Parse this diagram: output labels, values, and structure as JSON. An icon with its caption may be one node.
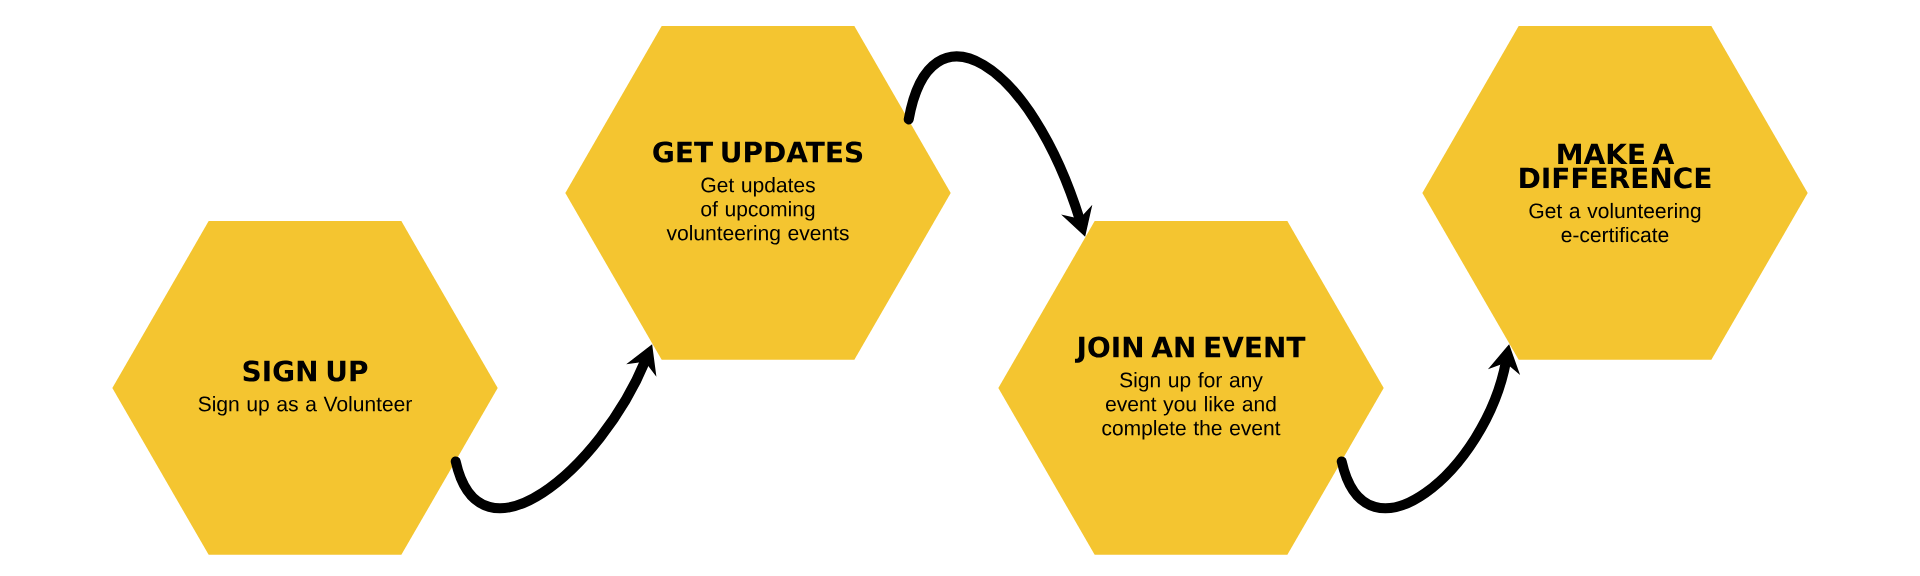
{
  "diagram": {
    "nodes": [
      {
        "text": [
          "SIGN UP",
          "Sign up as a Volunteer"
        ]
      },
      {
        "text": [
          "GET UPDATES",
          "Get updates of upcoming volunteering events"
        ]
      },
      {
        "text": [
          "JOIN AN EVENT",
          "Sign up for any event you like and complete the event"
        ]
      },
      {
        "text": [
          "MAKE A DIFFERENCE",
          "Get a volunteering e-certificate"
        ]
      }
    ],
    "edges": [
      {
        "from": 0,
        "to": 1,
        "arrow": "to"
      },
      {
        "from": 1,
        "to": 2,
        "arrow": "to"
      },
      {
        "from": 2,
        "to": 3,
        "arrow": "to"
      }
    ]
  }
}
